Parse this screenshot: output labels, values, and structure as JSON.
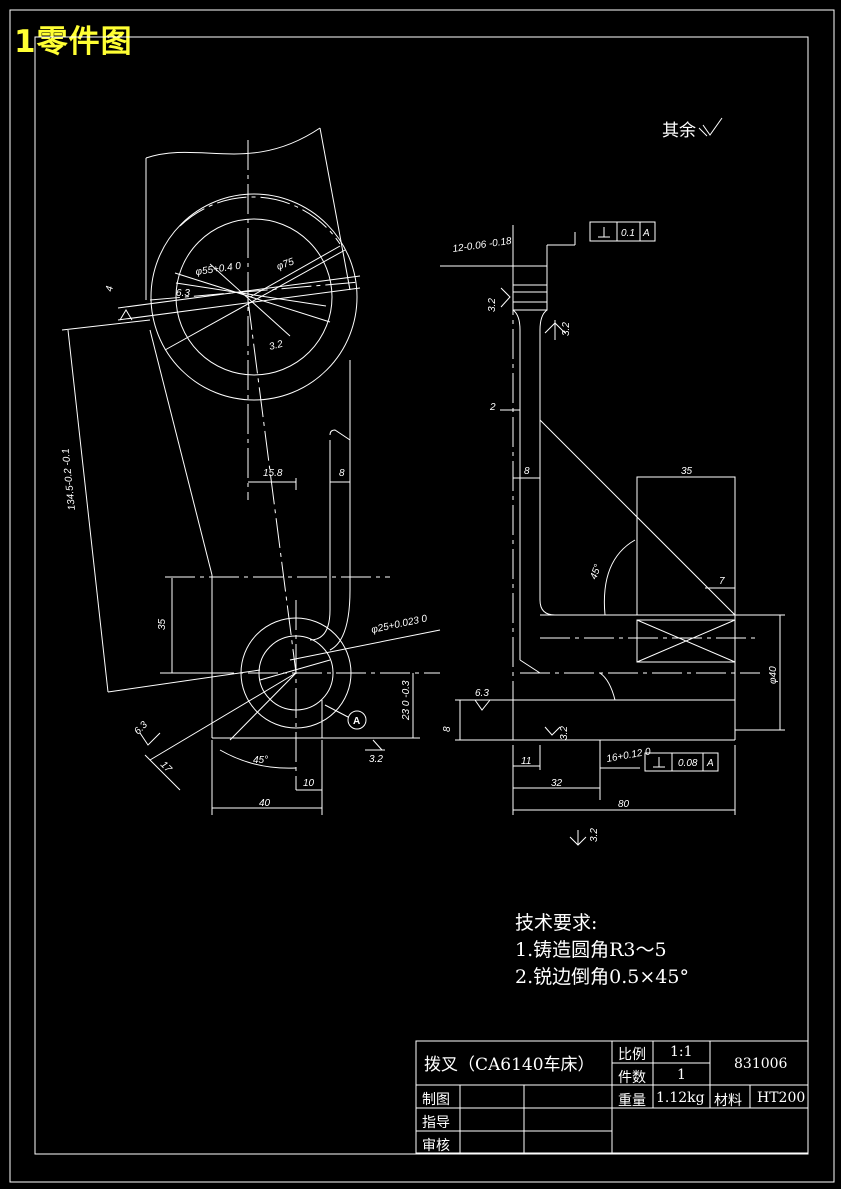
{
  "title": "1零件图",
  "roughness_note": "其余",
  "tech_requirements": {
    "heading": "技术要求:",
    "items": [
      "1.铸造圆角R3～5",
      "2.锐边倒角0.5×45°"
    ]
  },
  "title_block": {
    "part_name": "拨叉（CA6140车床）",
    "scale_label": "比例",
    "scale_value": "1:1",
    "qty_label": "件数",
    "qty_value": "1",
    "drawing_no": "831006",
    "weight_label": "重量",
    "weight_value": "1.12kg",
    "material_label": "材料",
    "material_value": "HT200",
    "drawn_label": "制图",
    "guide_label": "指导",
    "review_label": "审核"
  },
  "dimensions": {
    "d55": "φ55+0.4 0",
    "d75": "φ75",
    "r63_top": "6.3",
    "r32_top": "3.2",
    "d4": "4",
    "d134": "134.5-0.2 -0.1",
    "d158": "15.8",
    "d8_left": "8",
    "d35_left": "35",
    "d25": "φ25+0.023 0",
    "d23": "23 0 -0.3",
    "r63_left": "6.3",
    "d17": "17",
    "a45_left": "45°",
    "d10": "10",
    "d40": "40",
    "r32_bottom_left": "3.2",
    "circle_A": "A",
    "d12": "12-0.06 -0.18",
    "perp_top": "0.1",
    "datum_top": "A",
    "r32_side1": "3.2",
    "r32_side2": "3.2",
    "d2": "2",
    "d8_right": "8",
    "d35_right": "35",
    "a45_right": "45°",
    "d7": "7",
    "d40_right": "φ40",
    "r63_right": "6.3",
    "d8_bottom": "8",
    "r32_right_mid": "3.2",
    "d11": "11",
    "d32": "32",
    "d16": "16+0.12 0",
    "perp_bottom": "0.08",
    "datum_bottom": "A",
    "d80": "80",
    "r32_bottom": "3.2"
  },
  "colors": {
    "title": "#ffff33",
    "lines": "#ffffff",
    "background": "#000000"
  }
}
